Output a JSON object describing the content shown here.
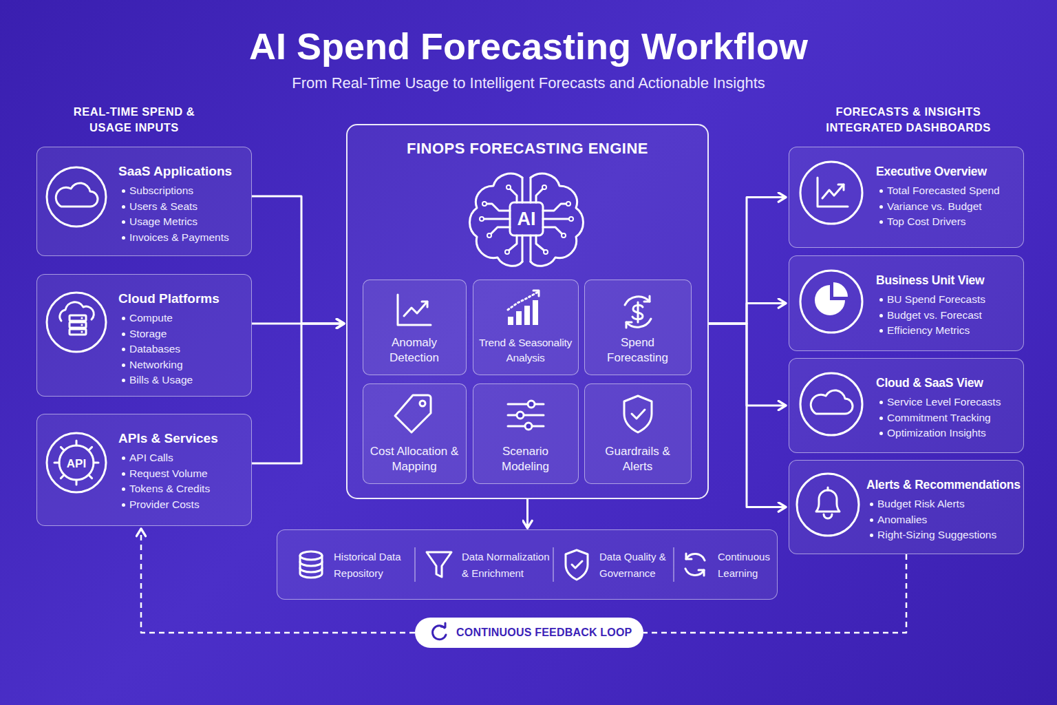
{
  "diagram": {
    "title": "AI Spend Forecasting Workflow",
    "caption": "From Real-Time Usage to Intelligent Forecasts and Actionable Insights",
    "nodes": [
      {
        "text": [
          "SaaS Applications",
          "Subscriptions",
          "Users & Seats",
          "Usage Metrics",
          "Invoices & Payments"
        ]
      },
      {
        "text": [
          "Cloud Platforms",
          "Compute",
          "Storage",
          "Databases",
          "Networking",
          "Bills & Usage"
        ]
      },
      {
        "text": [
          "APIs & Services",
          "API Calls",
          "Request Volume",
          "Tokens & Credits",
          "Provider Costs"
        ]
      },
      {
        "text": [
          "FINOPS FORECASTING ENGINE"
        ]
      },
      {
        "text": [
          "Anomaly Detection"
        ],
        "in": 3
      },
      {
        "text": [
          "Trend & Seasonality Analysis"
        ],
        "in": 3
      },
      {
        "text": [
          "Spend Forecasting"
        ],
        "in": 3
      },
      {
        "text": [
          "Cost Allocation & Mapping"
        ],
        "in": 3
      },
      {
        "text": [
          "Scenario Modeling"
        ],
        "in": 3
      },
      {
        "text": [
          "Guardrails & Alerts"
        ],
        "in": 3
      },
      {
        "text": [
          "Historical Data Repository",
          "Data Normalization & Enrichment",
          "Data Quality & Governance",
          "Continuous Learning"
        ]
      },
      {
        "text": [
          "Executive Overview",
          "Total Forecasted Spend",
          "Variance vs. Budget",
          "Top Cost Drivers"
        ]
      },
      {
        "text": [
          "Business Unit View",
          "BU Spend Forecasts",
          "Budget vs. Forecast",
          "Efficiency Metrics"
        ]
      },
      {
        "text": [
          "Cloud & SaaS View",
          "Service Level Forecasts",
          "Commitment Tracking",
          "Optimization Insights"
        ]
      },
      {
        "text": [
          "Alerts & Recommendations",
          "Budget Risk Alerts",
          "Anomalies",
          "Right-Sizing Suggestions"
        ]
      },
      {
        "text": [
          "CONTINUOUS FEEDBACK LOOP"
        ]
      }
    ],
    "edges": [
      {
        "from": 0,
        "to": 3,
        "arrow": "to"
      },
      {
        "from": 1,
        "to": 3,
        "arrow": "to"
      },
      {
        "from": 2,
        "to": 3,
        "arrow": "to"
      },
      {
        "from": 3,
        "to": 10,
        "arrow": "to"
      },
      {
        "from": 3,
        "to": 11,
        "arrow": "to"
      },
      {
        "from": 3,
        "to": 12,
        "arrow": "to"
      },
      {
        "from": 3,
        "to": 13,
        "arrow": "to"
      },
      {
        "from": 3,
        "to": 14,
        "arrow": "to"
      },
      {
        "from": 14,
        "to": 15,
        "arrow": "none"
      },
      {
        "from": 15,
        "to": 2,
        "arrow": "to"
      }
    ],
    "labels": [
      "REAL-TIME SPEND & USAGE INPUTS",
      "FORECASTS & INSIGHTS INTEGRATED DASHBOARDS",
      "AI",
      "API"
    ]
  }
}
